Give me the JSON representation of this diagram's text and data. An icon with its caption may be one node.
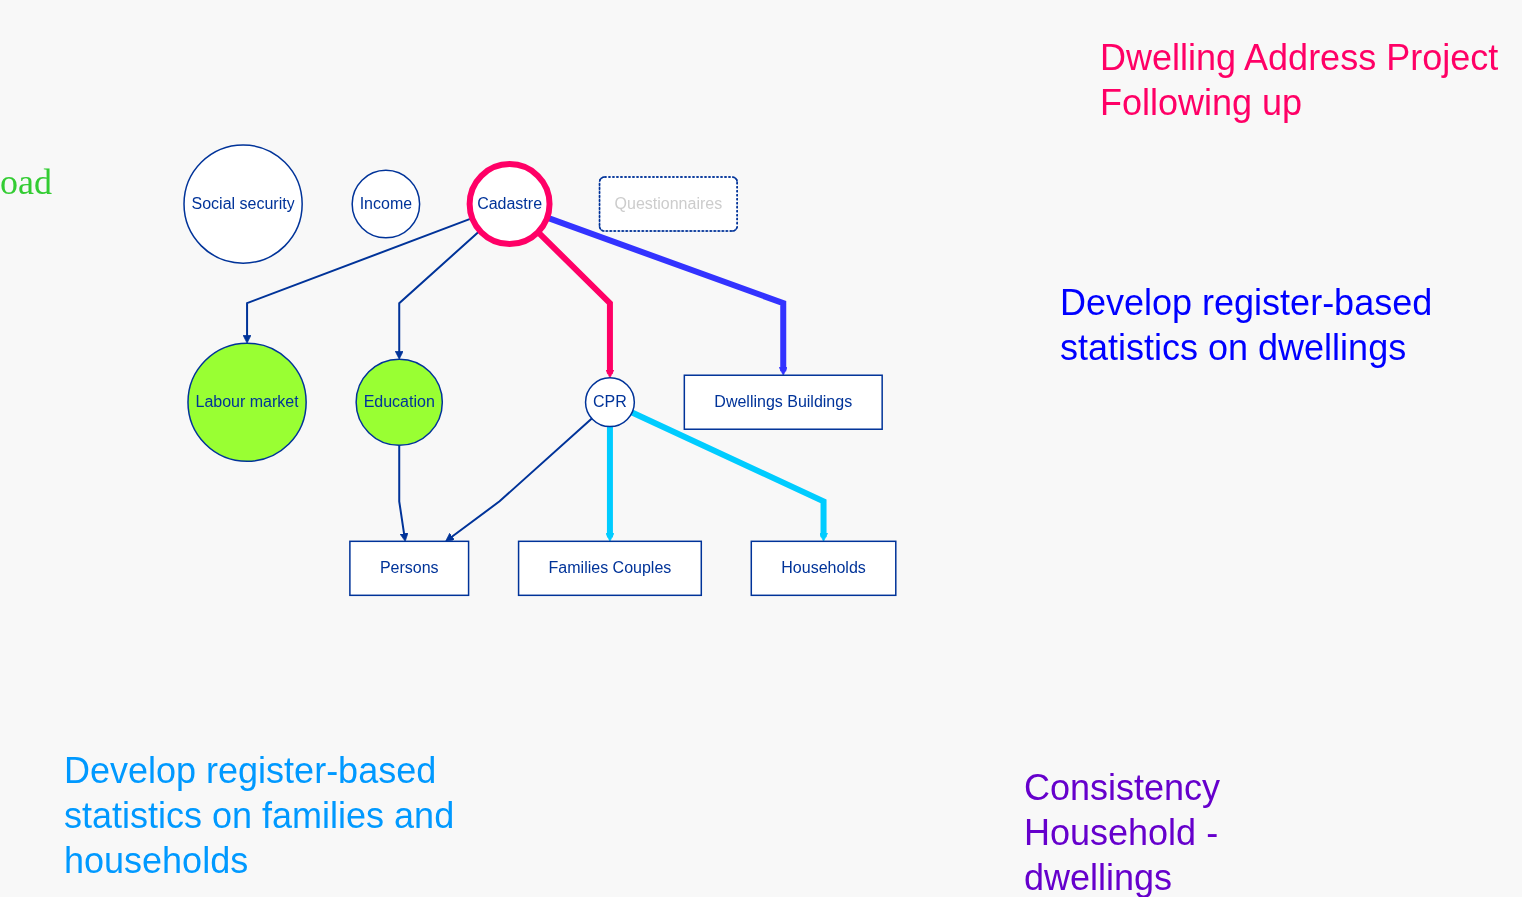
{
  "diagram": {
    "nodes": [
      {
        "text": [
          "Labour market"
        ]
      },
      {
        "text": [
          "Social security"
        ]
      },
      {
        "text": [
          "Income"
        ]
      },
      {
        "text": [
          "Education"
        ]
      },
      {
        "text": [
          "Cadastre"
        ]
      },
      {
        "text": [
          "CPR"
        ]
      },
      {
        "text": [
          "Persons"
        ]
      },
      {
        "text": [
          "Families Couples"
        ]
      },
      {
        "text": [
          "Households"
        ]
      },
      {
        "text": [
          "Dwellings Buildings"
        ]
      },
      {
        "text": [
          "Questionnaires"
        ]
      }
    ],
    "edges": [
      {
        "from": 4,
        "to": 0,
        "arrow": "to"
      },
      {
        "from": 4,
        "to": 3,
        "arrow": "to"
      },
      {
        "from": 4,
        "to": 5,
        "arrow": "to",
        "style": "thick",
        "color": "#ff0066"
      },
      {
        "from": 4,
        "to": 9,
        "arrow": "to",
        "style": "thick",
        "color": "#3333ff"
      },
      {
        "from": 5,
        "to": 6,
        "arrow": "to"
      },
      {
        "from": 3,
        "to": 6,
        "arrow": "to"
      },
      {
        "from": 5,
        "to": 7,
        "arrow": "to",
        "style": "thick",
        "color": "#00ccff"
      },
      {
        "from": 5,
        "to": 8,
        "arrow": "to",
        "style": "thick",
        "color": "#00ccff"
      }
    ],
    "labels": [
      "oad",
      "Dwelling Address Project Following up",
      "Develop register-based statistics on dwellings",
      "Develop register-based statistics on families and households",
      "Consistency Household - dwellings"
    ]
  }
}
